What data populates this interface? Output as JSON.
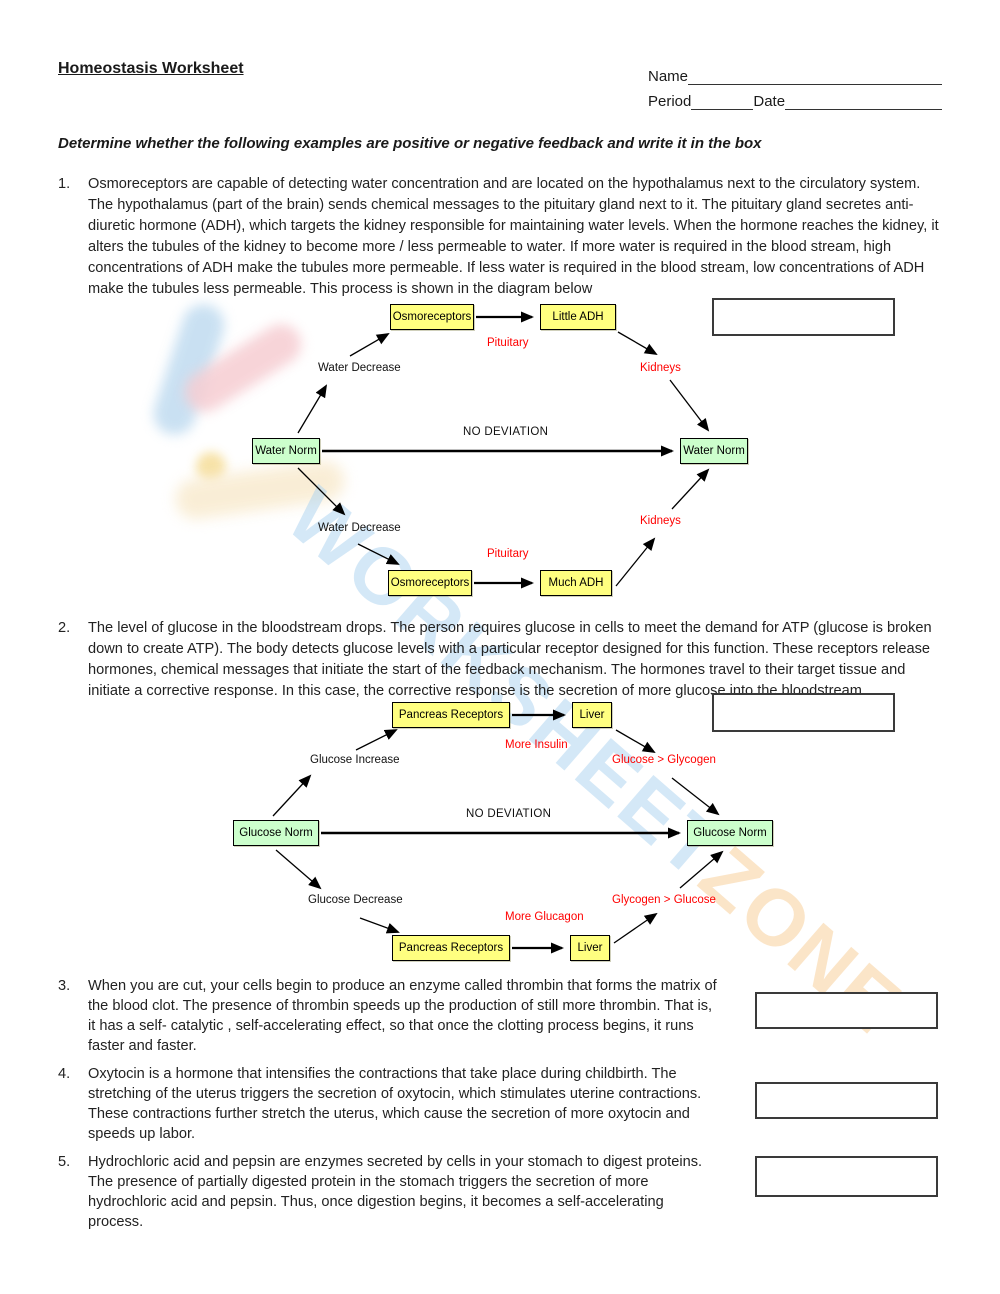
{
  "header": {
    "title": "Homeostasis Worksheet",
    "name_label": "Name",
    "period_label": "Period",
    "date_label": "Date"
  },
  "instruction": "Determine whether the following examples are positive or negative feedback and write it in the box",
  "questions": [
    {
      "number": "1.",
      "text": "Osmoreceptors are capable of detecting water concentration and are located on the hypothalamus next to the circulatory system. The hypothalamus (part of the brain) sends chemical messages to the pituitary gland next to it. The pituitary gland secretes anti-diuretic hormone (ADH), which targets the kidney responsible for maintaining water levels. When the hormone reaches the kidney, it alters the tubules of the kidney to become more / less permeable to water. If more water is required in the blood stream, high concentrations of ADH make the tubules more permeable. If less water is required in the blood stream, low concentrations of ADH make the tubules less permeable. This process is shown in the diagram below"
    },
    {
      "number": "2.",
      "text": "The level of glucose in the bloodstream drops. The person requires glucose in cells to meet the demand for ATP (glucose is broken down to create ATP). The body detects glucose levels with a particular receptor designed for this function. These receptors release hormones, chemical messages that initiate the start of the feedback mechanism. The hormones travel to their target tissue and initiate a corrective response. In this case, the corrective response is the secretion of more glucose into the bloodstream."
    },
    {
      "number": "3.",
      "text": "When you are cut, your cells begin to produce an enzyme called thrombin that forms the matrix of the blood clot. The presence of thrombin speeds up the production of still more thrombin. That is, it has a self- catalytic , self-accelerating effect, so that once the clotting process begins, it runs faster and faster."
    },
    {
      "number": "4.",
      "text": "Oxytocin is a hormone that intensifies the contractions that take place during childbirth. The stretching of the uterus triggers the secretion of oxytocin, which stimulates uterine contractions. These contractions further stretch the uterus, which cause the secretion of more oxytocin and speeds up labor."
    },
    {
      "number": "5.",
      "text": "Hydrochloric acid and pepsin are enzymes secreted by cells in your stomach to digest proteins. The presence of partially digested protein in the stomach triggers the secretion of more hydrochloric acid and pepsin. Thus, once digestion begins, it becomes a self-accelerating process."
    }
  ],
  "diagram1": {
    "top_sensor": "Osmoreceptors",
    "top_effector": "Little ADH",
    "top_path_label": "Pituitary",
    "top_deviation": "Water Decrease",
    "top_return": "Kidneys",
    "start": "Water Norm",
    "no_deviation": "NO DEVIATION",
    "end": "Water Norm",
    "bottom_deviation": "Water Decrease",
    "bottom_sensor": "Osmoreceptors",
    "bottom_path_label": "Pituitary",
    "bottom_effector": "Much ADH",
    "bottom_return": "Kidneys"
  },
  "diagram2": {
    "top_sensor": "Pancreas Receptors",
    "top_effector": "Liver",
    "top_path_label": "More Insulin",
    "top_deviation": "Glucose Increase",
    "top_return": "Glucose > Glycogen",
    "start": "Glucose Norm",
    "no_deviation": "NO DEVIATION",
    "end": "Glucose Norm",
    "bottom_deviation": "Glucose Decrease",
    "bottom_sensor": "Pancreas Receptors",
    "bottom_path_label": "More Glucagon",
    "bottom_effector": "Liver",
    "bottom_return": "Glycogen > Glucose"
  },
  "watermark": {
    "part1": "WORKSHEET",
    "part2": "ZONE"
  },
  "colors": {
    "box_yellow": "#ffff80",
    "box_green": "#ccffcc",
    "label_red": "#ff0000",
    "answer_box_border": "#3a3a3a"
  }
}
